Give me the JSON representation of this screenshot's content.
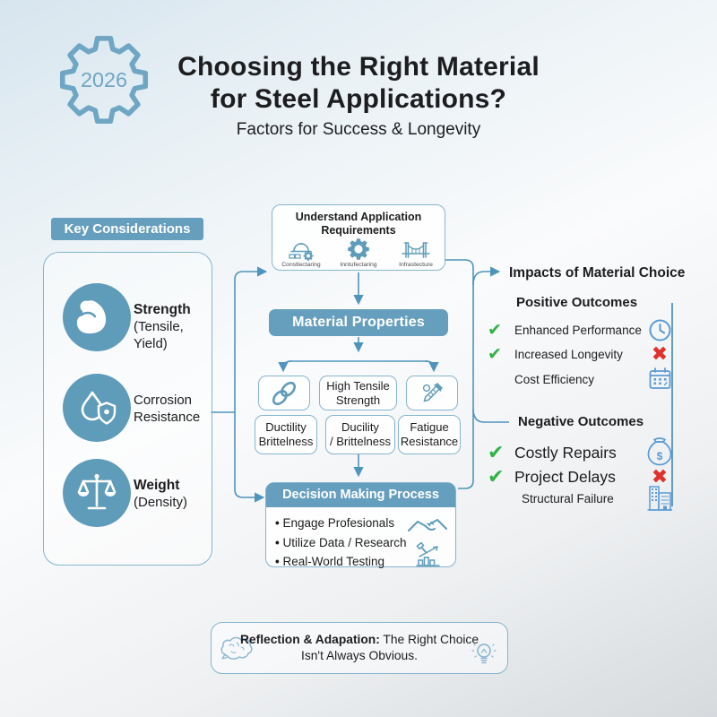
{
  "colors": {
    "accent": "#669fbd",
    "accent_deep": "#5f9cba",
    "border": "#85b5d0",
    "connector": "#4f94bd",
    "green_check": "#2fb344",
    "red_x": "#e0312e",
    "icon_blue": "#5b9bd5",
    "text": "#1d1d1f"
  },
  "header": {
    "year": "2026",
    "title_line1": "Choosing the Right Material",
    "title_line2": "for Steel Applications?",
    "subtitle": "Factors for Success & Longevity"
  },
  "key_considerations": {
    "heading": "Key Considerations",
    "items": [
      {
        "title": "Strength",
        "subtitle": "(Tensile, Yield)",
        "icon": "bicep-icon"
      },
      {
        "title": "Corrosion",
        "subtitle": "Resistance",
        "icon": "droplet-shield-icon"
      },
      {
        "title": "Weight",
        "subtitle": "(Density)",
        "icon": "scale-icon"
      }
    ]
  },
  "flowchart": {
    "requirements": {
      "title_line1": "Understand Application",
      "title_line2": "Requirements",
      "items": [
        {
          "label": "Constlectaring",
          "icon": "hardhat-icon"
        },
        {
          "label": "Inntufectaring",
          "icon": "gear-icon"
        },
        {
          "label": "Infrastecture",
          "icon": "bridge-icon"
        }
      ]
    },
    "material_properties": "Material Properties",
    "properties_row1": {
      "center_line1": "High Tensile",
      "center_line2": "Strength"
    },
    "properties_row2": [
      {
        "line1": "Ductility",
        "line2": "Brittelness"
      },
      {
        "line1": "Ducility",
        "line2": "/ Brittelness"
      },
      {
        "line1": "Fatigue",
        "line2": "Resistance"
      }
    ],
    "decision": {
      "heading": "Decision Making Process",
      "bullets": [
        "Engage Profesionals",
        "Utilize Data / Research",
        "Real-World Testing"
      ]
    }
  },
  "impacts": {
    "heading": "Impacts of Material Choice",
    "positive": {
      "heading": "Positive Outcomes",
      "items": [
        {
          "text": "Enhanced Performance",
          "checked": true,
          "right_icon": "clock-icon"
        },
        {
          "text": "Increased Longevity",
          "checked": true,
          "right_icon": "red-x-icon"
        },
        {
          "text": "Cost Efficiency",
          "checked": false,
          "right_icon": "calendar-icon"
        }
      ]
    },
    "negative": {
      "heading": "Negative Outcomes",
      "items": [
        {
          "text": "Costly Repairs",
          "checked": true,
          "right_icon": "money-bag-icon"
        },
        {
          "text": "Project Delays",
          "checked": true,
          "right_icon": "red-x-icon"
        },
        {
          "text": "Structural Failure",
          "checked": false,
          "right_icon": "building-icon"
        }
      ]
    }
  },
  "footer": {
    "bold": "Reflection & Adapation:",
    "line1_rest": " The Right Choice",
    "line2": "Isn't Always Obvious."
  },
  "misc": {
    "check": "✔",
    "cross": "✖",
    "dollar": "$"
  }
}
